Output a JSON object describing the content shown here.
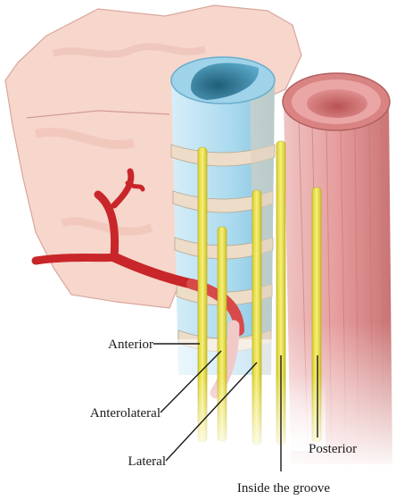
{
  "labels": {
    "anterior": "Anterior",
    "anterolateral": "Anterolateral",
    "lateral": "Lateral",
    "posterior": "Posterior",
    "inside_groove": "Inside the groove"
  },
  "colors": {
    "thyroid": "#f6d2c8",
    "trachea_blue": "#bfe4f2",
    "esophagus": "#e7a8a8",
    "artery": "#c8262a",
    "nerve": "#f2ec5a",
    "leader_line": "#1a1a1a"
  }
}
